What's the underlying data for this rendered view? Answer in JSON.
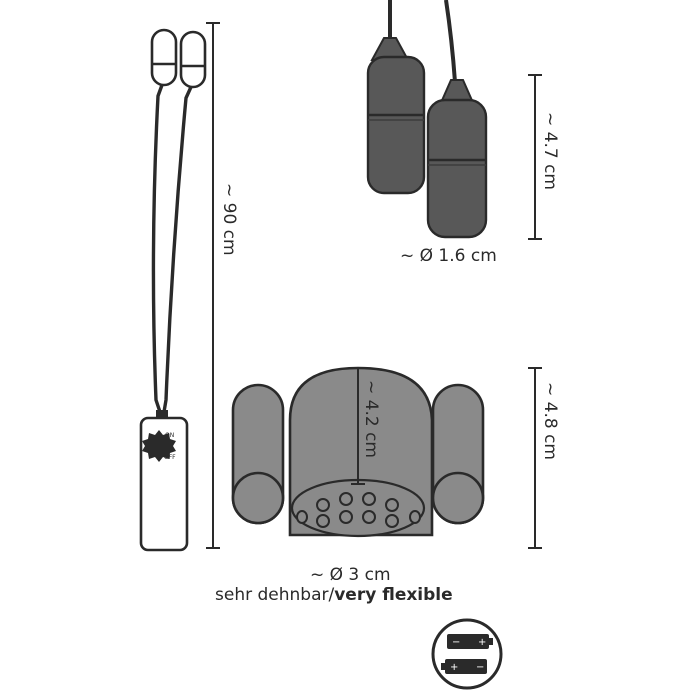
{
  "labels": {
    "cord_length": "~ 90 cm",
    "bullet_length": "~ 4.7 cm",
    "bullet_diameter": "~ Ø 1.6 cm",
    "sleeve_depth": "~ 4.2 cm",
    "sleeve_height": "~ 4.8 cm",
    "sleeve_diameter": "~ Ø 3 cm",
    "flex_de": "sehr dehnbar/",
    "flex_en": "very flexible",
    "switch_on": "ON",
    "switch_off": "OFF",
    "battery_plus": "+",
    "battery_minus": "−"
  },
  "colors": {
    "line": "#2a2a2a",
    "sleeve_fill": "#8a8a8a",
    "bullet_fill": "#585858"
  }
}
